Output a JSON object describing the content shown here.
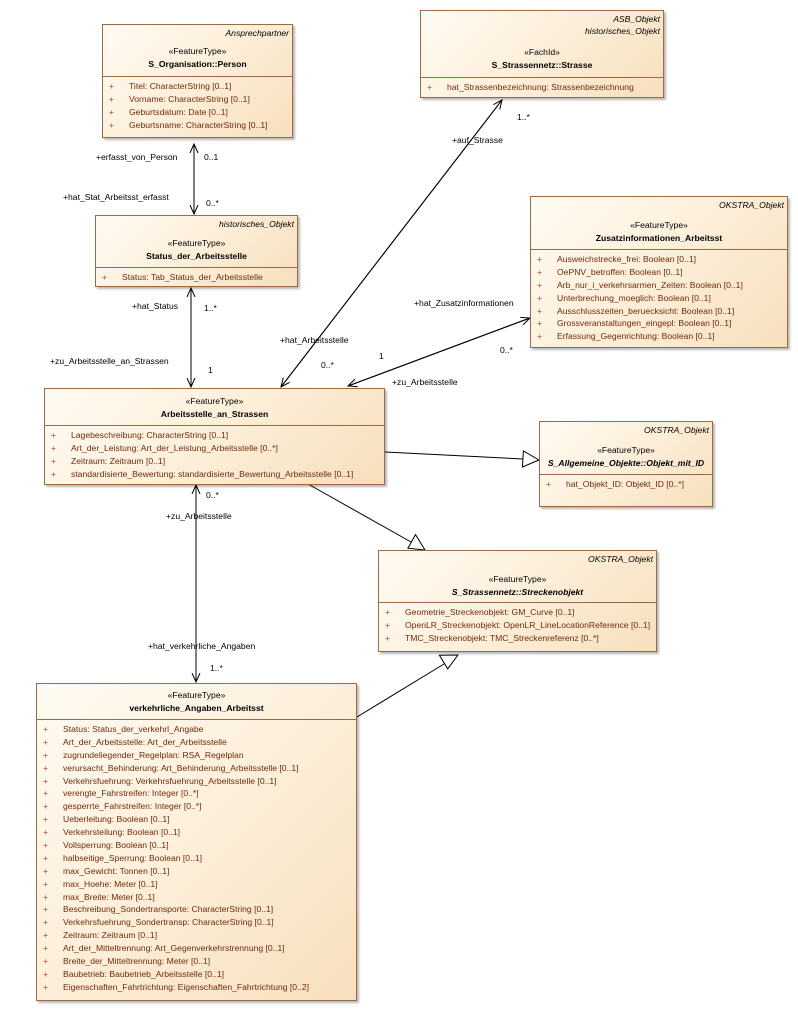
{
  "classes": {
    "person": {
      "tag": "Ansprechpartner",
      "stereotype": "«FeatureType»",
      "name": "S_Organisation::Person",
      "attributes": [
        "Titel: CharacterString [0..1]",
        "Vorname: CharacterString [0..1]",
        "Geburtsdatum: Date [0..1]",
        "Geburtsname: CharacterString [0..1]"
      ]
    },
    "strasse": {
      "tag1": "ASB_Objekt",
      "tag2": "historisches_Objekt",
      "stereotype": "«FachId»",
      "name": "S_Strassennetz::Strasse",
      "attributes": [
        "hat_Strassenbezeichnung: Strassenbezeichnung"
      ]
    },
    "status": {
      "tag": "historisches_Objekt",
      "stereotype": "«FeatureType»",
      "name": "Status_der_Arbeitsstelle",
      "attributes": [
        "Status: Tab_Status_der_Arbeitsstelle"
      ]
    },
    "zusatz": {
      "tag": "OKSTRA_Objekt",
      "stereotype": "«FeatureType»",
      "name": "Zusatzinformationen_Arbeitsst",
      "attributes": [
        "Ausweichstrecke_frei: Boolean [0..1]",
        "OePNV_betroffen: Boolean [0..1]",
        "Arb_nur_i_verkehrsarmen_Zeiten: Boolean [0..1]",
        "Unterbrechung_moeglich: Boolean [0..1]",
        "Ausschlusszeiten_beruecksicht: Boolean [0..1]",
        "Grossveranstaltungen_eingepl: Boolean [0..1]",
        "Erfassung_Gegenrichtung: Boolean [0..1]"
      ]
    },
    "arbeitsstelle": {
      "stereotype": "«FeatureType»",
      "name": "Arbeitsstelle_an_Strassen",
      "attributes": [
        "Lagebeschreibung: CharacterString [0..1]",
        "Art_der_Leistung: Art_der_Leistung_Arbeitsstelle [0..*]",
        "Zeitraum: Zeitraum [0..1]",
        "standardisierte_Bewertung: standardisierte_Bewertung_Arbeitsstelle [0..1]"
      ]
    },
    "objekt_mit_id": {
      "tag": "OKSTRA_Objekt",
      "stereotype": "«FeatureType»",
      "name": "S_Allgemeine_Objekte::Objekt_mit_ID",
      "attributes": [
        "hat_Objekt_ID: Objekt_ID [0..*]"
      ]
    },
    "streckenobjekt": {
      "tag": "OKSTRA_Objekt",
      "stereotype": "«FeatureType»",
      "name": "S_Strassennetz::Streckenobjekt",
      "attributes": [
        "Geometrie_Streckenobjekt: GM_Curve [0..1]",
        "OpenLR_Streckenobjekt: OpenLR_LineLocationReference [0..1]",
        "TMC_Streckenobjekt: TMC_Streckenreferenz [0..*]"
      ]
    },
    "verkehrlich": {
      "stereotype": "«FeatureType»",
      "name": "verkehrliche_Angaben_Arbeitsst",
      "attributes": [
        "Status: Status_der_verkehrl_Angabe",
        "Art_der_Arbeitsstelle: Art_der_Arbeitsstelle",
        "zugrundeliegender_Regelplan: RSA_Regelplan",
        "verursacht_Behinderung: Art_Behinderung_Arbeitsstelle [0..1]",
        "Verkehrsfuehrung: Verkehrsfuehrung_Arbeitsstelle [0..1]",
        "verengte_Fahrstreifen: Integer [0..*]",
        "gesperrte_Fahrstreifen: Integer [0..*]",
        "Ueberleitung: Boolean [0..1]",
        "Verkehrsteilung: Boolean [0..1]",
        "Vollsperrung: Boolean [0..1]",
        "halbseitige_Sperrung: Boolean [0..1]",
        "max_Gewicht: Tonnen [0..1]",
        "max_Hoehe: Meter [0..1]",
        "max_Breite: Meter [0..1]",
        "Beschreibung_Sondertransporte: CharacterString [0..1]",
        "Verkehrsfuehrung_Sondertransp: CharacterString [0..1]",
        "Zeitraum: Zeitraum [0..1]",
        "Art_der_Mitteltrennung: Art_Gegenverkehrstrennung [0..1]",
        "Breite_der_Mitteltrennung: Meter [0..1]",
        "Baubetrieb: Baubetrieb_Arbeitsstelle [0..1]",
        "Eigenschaften_Fahrtrichtung: Eigenschaften_Fahrtrichtung [0..2]"
      ]
    }
  },
  "labels": {
    "erfasst_von_person": "+erfasst_von_Person",
    "m_person": "0..1",
    "hat_stat": "+hat_Stat_Arbeitsst_erfasst",
    "m_status_top": "0..*",
    "hat_status": "+hat_Status",
    "m_hat_status": "1..*",
    "zu_arb_an_str": "+zu_Arbeitsstelle_an_Strassen",
    "m_one_left": "1",
    "auf_strasse": "+auf_Strasse",
    "m_strasse": "1..*",
    "hat_arbeitsstelle": "+hat_Arbeitsstelle",
    "m_hat_arb": "0..*",
    "hat_zusatz": "+hat_Zusatzinformationen",
    "m_zusatz": "0..*",
    "m_one_right": "1",
    "zu_arbeitsstelle_right": "+zu_Arbeitsstelle",
    "m_zu_arb": "0..*",
    "zu_arbeitsstelle_bottom": "+zu_Arbeitsstelle",
    "hat_verkehrl": "+hat_verkehrliche_Angaben",
    "m_verkehrl": "1..*"
  }
}
